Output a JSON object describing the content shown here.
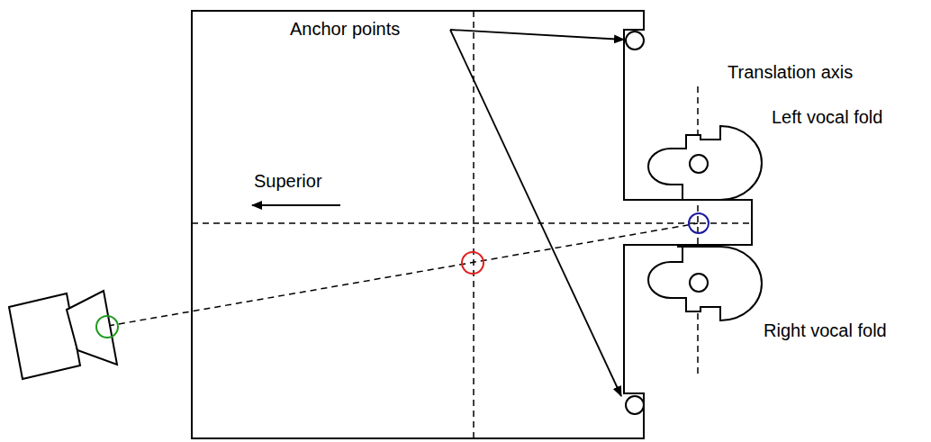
{
  "diagram": {
    "labels": [
      "Anchor points",
      "Translation axis",
      "Left vocal fold",
      "Superior",
      "Right vocal fold"
    ]
  }
}
